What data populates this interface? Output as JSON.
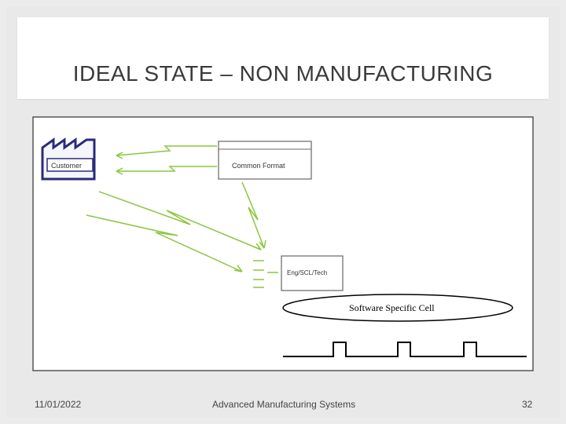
{
  "slide": {
    "title": "IDEAL STATE – NON MANUFACTURING"
  },
  "diagram": {
    "customer_label": "Customer",
    "common_format_label": "Common Format",
    "eng_label": "Eng/SCL/Tech",
    "cell_label": "Software Specific Cell",
    "colors": {
      "process_border": "#2b2b7a",
      "flow_lines": "#8cc63f",
      "frame": "#555555",
      "timeline": "#000000"
    }
  },
  "footer": {
    "date": "11/01/2022",
    "center": "Advanced Manufacturing Systems",
    "page": "32"
  }
}
